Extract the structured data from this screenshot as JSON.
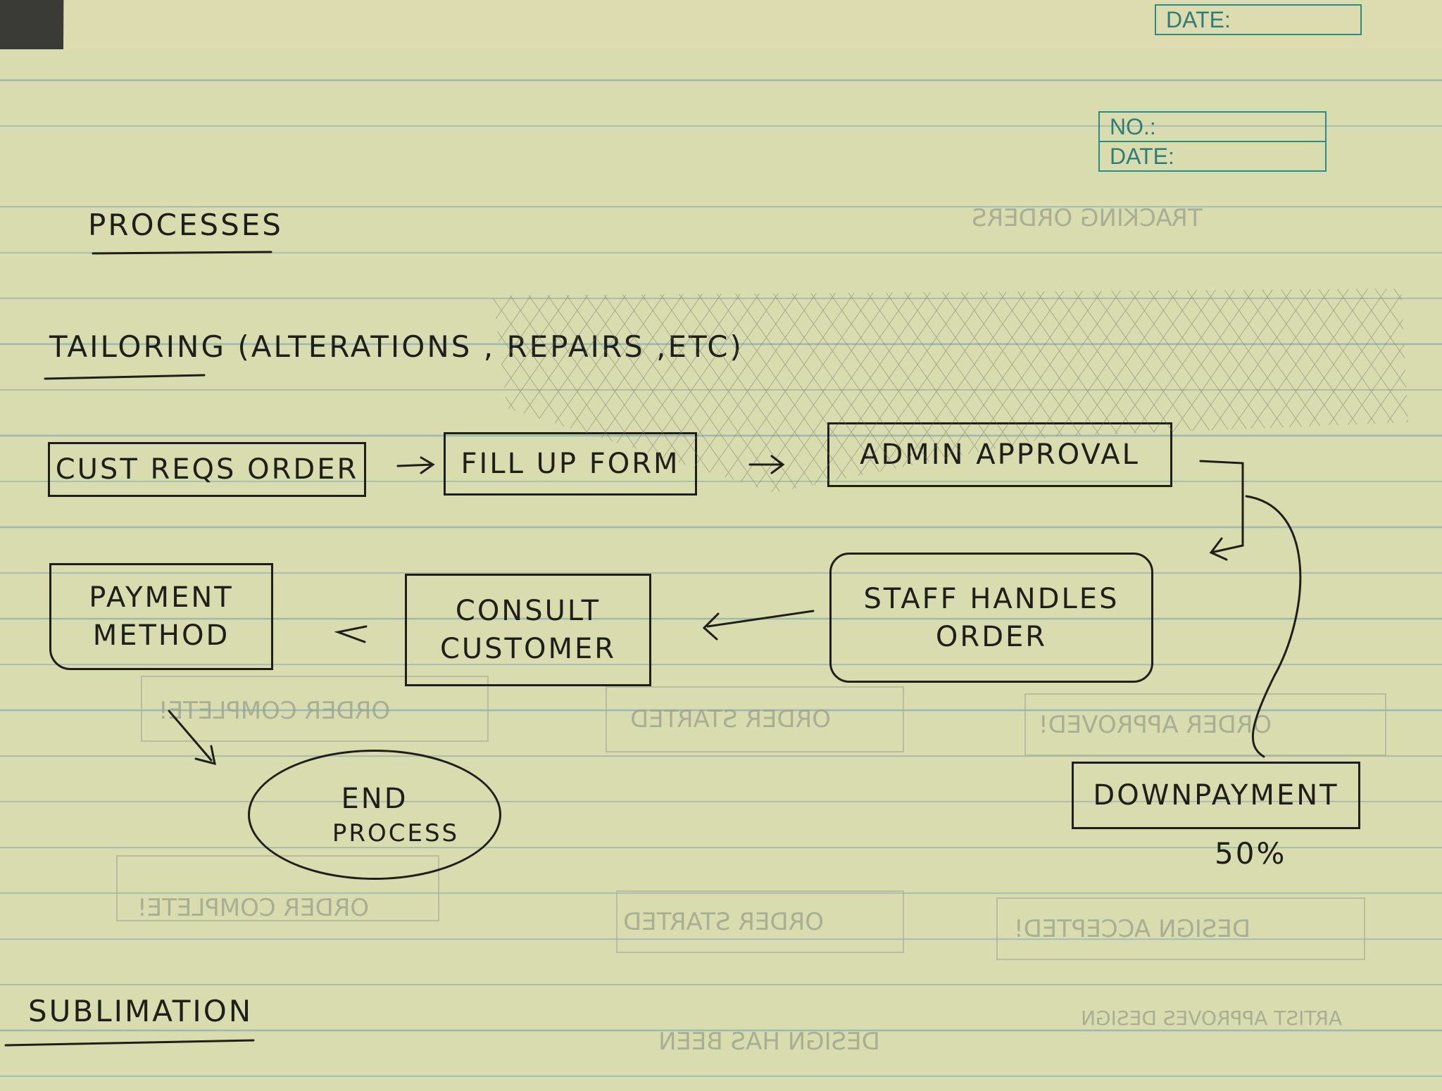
{
  "header": {
    "top_date_label": "DATE:",
    "no_label": "NO.:",
    "date_label": "DATE:"
  },
  "sections": {
    "processes_title": "PROCESSES",
    "tailoring_title": "TAILORING (ALTERATIONS , REPAIRS ,ETC)",
    "sublimation_title": "SUBLIMATION"
  },
  "nodes": {
    "cust_reqs_order": "CUST REQS ORDER",
    "fill_up_form": "FILL UP FORM",
    "admin_approval": "ADMIN APPROVAL",
    "staff_handles_order": [
      "STAFF HANDLES",
      "ORDER"
    ],
    "consult_customer": [
      "CONSULT",
      "CUSTOMER"
    ],
    "payment_method": [
      "PAYMENT",
      "METHOD"
    ],
    "end_process": [
      "END",
      "PROCESS"
    ],
    "downpayment": "DOWNPAYMENT",
    "downpayment_note": "50%"
  },
  "bleed_through": {
    "tracking_orders": "TRACKING ORDERS",
    "order_completed_1": "ORDER COMPLETE!",
    "order_started_1": "ORDER STARTED",
    "order_approved": "ORDER APPROVED!",
    "order_completed_2": "ORDER COMPLETE!",
    "order_started_2": "ORDER STARTED",
    "design_accepted": "DESIGN ACCEPTED!",
    "design_has_been": "DESIGN HAS BEEN",
    "artist_approves_design": "ARTIST APPROVES DESIGN"
  }
}
